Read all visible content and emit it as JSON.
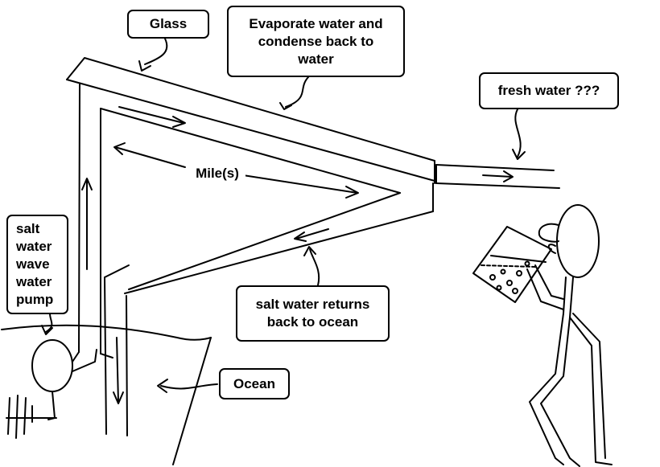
{
  "labels": {
    "glass": "Glass",
    "evaporate": "Evaporate water and\ncondense back to\nwater",
    "fresh_water": "fresh water ???",
    "miles": "Mile(s)",
    "salt_water_pump": "salt\nwater\nwave\nwater\npump",
    "returns": "salt water returns\nback to ocean",
    "ocean": "Ocean"
  },
  "colors": {
    "line": "#000000",
    "background": "#ffffff"
  }
}
